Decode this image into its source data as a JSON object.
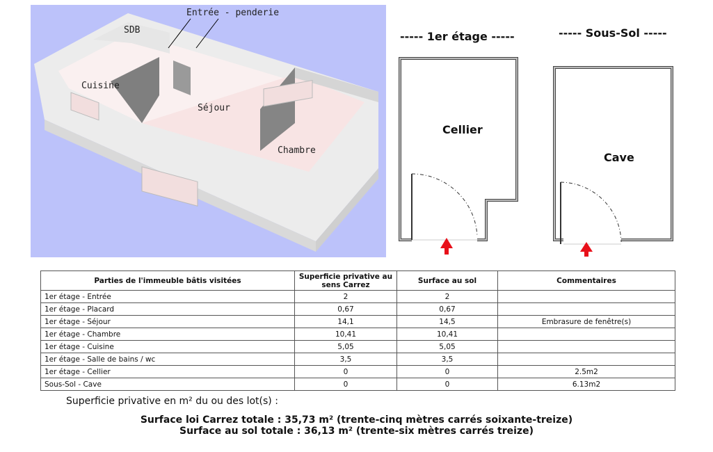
{
  "view3d": {
    "labels": {
      "entree": "Entrée - penderie",
      "sdb": "SDB",
      "cuisine": "Cuisine",
      "sejour": "Séjour",
      "chambre": "Chambre"
    }
  },
  "floorplans": [
    {
      "title": "----- 1er étage -----",
      "room": "Cellier"
    },
    {
      "title": "----- Sous-Sol -----",
      "room": "Cave"
    }
  ],
  "table": {
    "headers": [
      "Parties de l'immeuble bâtis visitées",
      "Superficie privative au sens Carrez",
      "Surface au sol",
      "Commentaires"
    ],
    "rows": [
      [
        "1er étage - Entrée",
        "2",
        "2",
        ""
      ],
      [
        "1er étage - Placard",
        "0,67",
        "0,67",
        ""
      ],
      [
        "1er étage - Séjour",
        "14,1",
        "14,5",
        "Embrasure de fenêtre(s)"
      ],
      [
        "1er étage - Chambre",
        "10,41",
        "10,41",
        ""
      ],
      [
        "1er étage - Cuisine",
        "5,05",
        "5,05",
        ""
      ],
      [
        "1er étage - Salle de bains / wc",
        "3,5",
        "3,5",
        ""
      ],
      [
        "1er étage - Cellier",
        "0",
        "0",
        "2.5m2"
      ],
      [
        "Sous-Sol - Cave",
        "0",
        "0",
        "6.13m2"
      ]
    ]
  },
  "summary": {
    "label": "Superficie privative en m² du ou des lot(s) :",
    "carrez": "Surface loi Carrez totale : 35,73 m² (trente-cinq mètres carrés soixante-treize)",
    "sol": "Surface au sol totale : 36,13 m² (trente-six mètres carrés treize)"
  },
  "colors": {
    "arrow": "#e8101a",
    "background3d": "#bcc2fa"
  }
}
